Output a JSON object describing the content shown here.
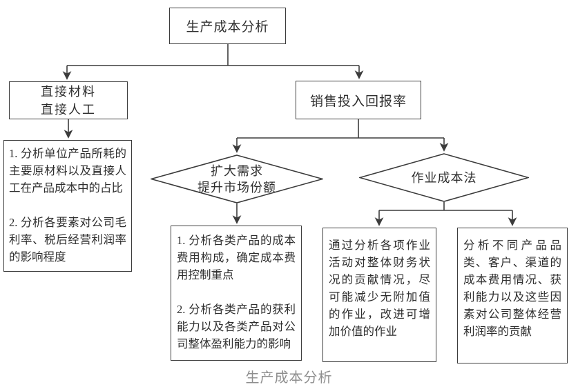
{
  "diagram": {
    "caption": "生产成本分析",
    "nodes": {
      "root": {
        "label": "生产成本分析"
      },
      "direct_inputs": {
        "label": "直接材料\n直接人工"
      },
      "sales_roi": {
        "label": "销售投入回报率"
      },
      "direct_analysis": {
        "text": "1. 分析单位产品所耗的主要原材料以及直接人工在产品成本中的占比\n\n2. 分析各要素对公司毛利率、税后经营利润率的影响程度"
      },
      "expand_demand": {
        "label": "扩大需求\n提升市场份额"
      },
      "abc_costing": {
        "label": "作业成本法"
      },
      "product_cost_analysis": {
        "text": "1. 分析各类产品的成本费用构成，确定成本费用控制重点\n\n2. 分析各类产品的获利能力以及各类产品对公司整体盈利能力的影响"
      },
      "activity_analysis": {
        "text": "通过分析各项作业活动对整体财务状况的贡献情况，尽可能减少无附加值的作业，改进可增加价值的作业"
      },
      "category_analysis": {
        "text": "分析不同产品品类、客户、渠道的成本费用情况、获利能力以及这些因素对公司整体经营利润率的贡献"
      }
    },
    "colors": {
      "line": "#3c3c3c",
      "text": "#2e2e2e",
      "caption": "#8e8e8e",
      "background": "#ffffff"
    }
  }
}
